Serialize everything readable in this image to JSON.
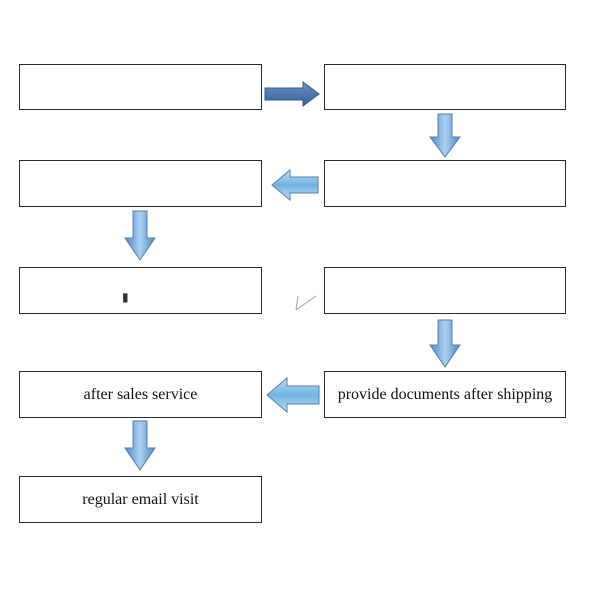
{
  "colors": {
    "arrow_fill": "#7fb4de",
    "arrow_dark": "#2f5c95",
    "arrow_stroke": "#5a7fa6",
    "box_border": "#2a2a2a"
  },
  "steps": [
    {
      "label": ""
    },
    {
      "label": ""
    },
    {
      "label": ""
    },
    {
      "label": ""
    },
    {
      "label": ""
    },
    {
      "label": ""
    },
    {
      "label": "provide documents after shipping"
    },
    {
      "label": "after sales service"
    },
    {
      "label": "regular email visit"
    }
  ]
}
